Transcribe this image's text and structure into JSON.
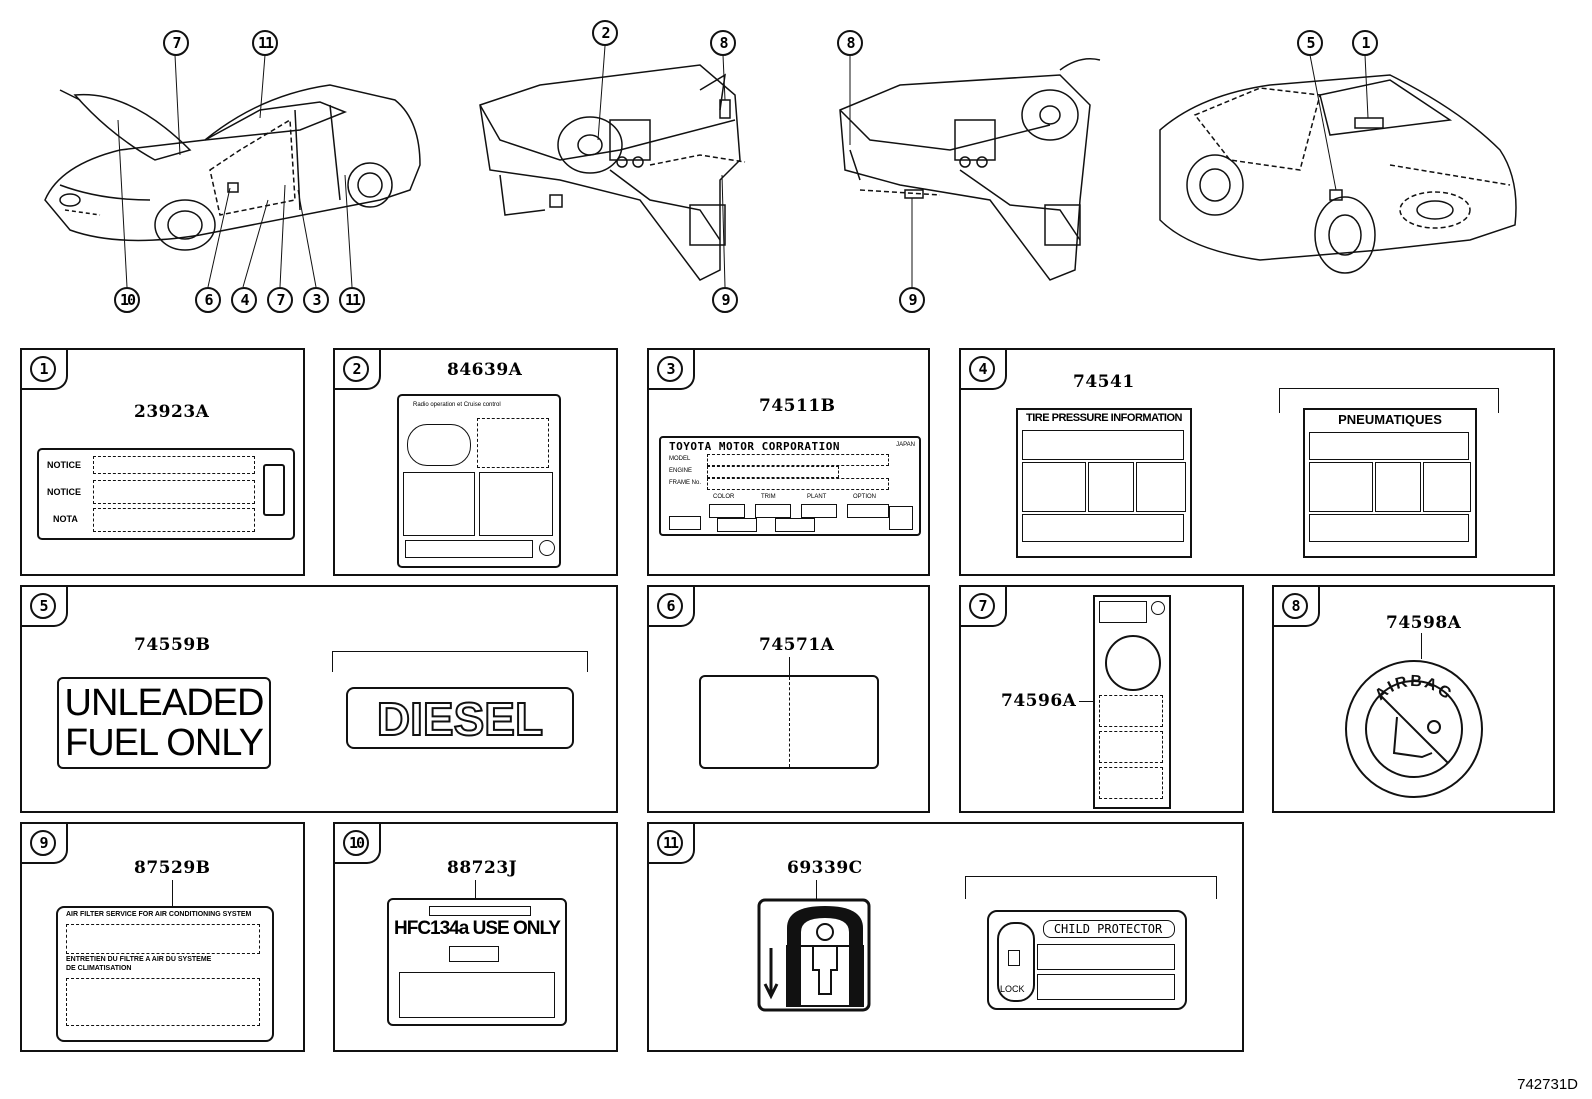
{
  "callouts": {
    "view1": [
      "7",
      "11",
      "10",
      "6",
      "4",
      "7",
      "3",
      "11"
    ],
    "view2": [
      "2",
      "8",
      "9"
    ],
    "view3": [
      "8",
      "9"
    ],
    "view4": [
      "5",
      "1"
    ]
  },
  "panels": [
    {
      "num": "1",
      "part": "23923A",
      "rows": [
        "NOTICE",
        "NOTICE",
        "NOTA"
      ]
    },
    {
      "num": "2",
      "part": "84639A",
      "header": "Radio operation et Cruise control"
    },
    {
      "num": "3",
      "part": "74511B",
      "title": "TOYOTA MOTOR CORPORATION",
      "japan": "JAPAN",
      "rows": [
        "MODEL",
        "ENGINE",
        "FRAME No."
      ],
      "cols": [
        "COLOR",
        "TRIM",
        "PLANT",
        "OPTION"
      ]
    },
    {
      "num": "4",
      "part": "74541",
      "left_title": "TIRE PRESSURE INFORMATION",
      "right_title": "PNEUMATIQUES"
    },
    {
      "num": "5",
      "part": "74559B",
      "line1": "UNLEADED",
      "line2": "FUEL ONLY",
      "alt": "DIESEL"
    },
    {
      "num": "6",
      "part": "74571A"
    },
    {
      "num": "7",
      "part": "74596A"
    },
    {
      "num": "8",
      "part": "74598A",
      "ring": "AIRBAG"
    },
    {
      "num": "9",
      "part": "87529B",
      "line1": "AIR FILTER SERVICE FOR AIR CONDITIONING SYSTEM",
      "line2": "ENTRETIEN DU FILTRE A AIR DU SYSTEME",
      "line3": "DE CLIMATISATION"
    },
    {
      "num": "10",
      "part": "88723J",
      "title": "HFC134a USE ONLY"
    },
    {
      "num": "11",
      "part": "69339C",
      "alt_title": "CHILD PROTECTOR",
      "lock": "LOCK"
    }
  ],
  "diagram_ref": "742731D",
  "colors": {
    "line": "#111111",
    "paper": "#ffffff"
  }
}
